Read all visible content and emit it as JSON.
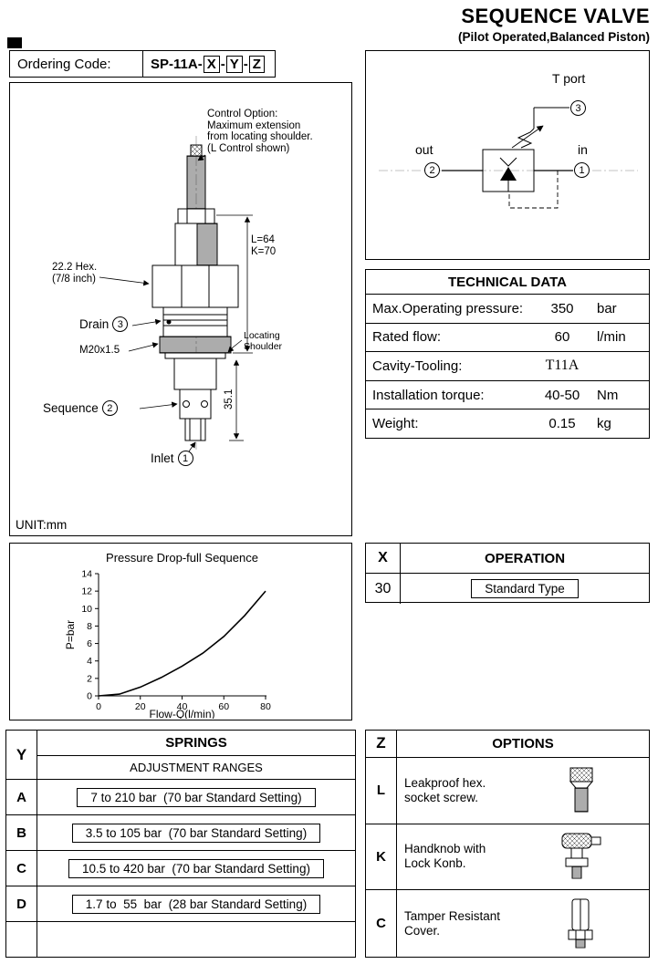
{
  "page": {
    "title": "SEQUENCE VALVE",
    "subtitle": "(Pilot Operated,Balanced Piston)",
    "unit_note": "UNIT:mm"
  },
  "ordering": {
    "label": "Ordering Code:",
    "prefix": "SP-11A-",
    "x": "X",
    "sep": "-",
    "y": "Y",
    "z": "Z"
  },
  "drawing": {
    "control_option": "Control Option:\nMaximum extension\nfrom locating shoulder.\n(L Control shown)",
    "hex_label": "22.2 Hex.\n(7/8 inch)",
    "dim_lk": "L=64\nK=70",
    "drain_label": "Drain",
    "drain_port": "3",
    "thread_label": "M20x1.5",
    "locating_label": "Locating\nShoulder",
    "dim_nose": "35.1",
    "sequence_label": "Sequence",
    "sequence_port": "2",
    "inlet_label": "Inlet",
    "inlet_port": "1"
  },
  "schematic": {
    "t_port": "T port",
    "port_top": "3",
    "out_label": "out",
    "port_out": "2",
    "in_label": "in",
    "port_in": "1"
  },
  "technical_data": {
    "title": "TECHNICAL DATA",
    "rows": [
      {
        "label": "Max.Operating pressure:",
        "value": "350",
        "unit": "bar"
      },
      {
        "label": "Rated flow:",
        "value": "60",
        "unit": "l/min"
      },
      {
        "label": "Cavity-Tooling:",
        "value": "T11A",
        "unit": ""
      },
      {
        "label": "Installation torque:",
        "value": "40-50",
        "unit": "Nm"
      },
      {
        "label": "Weight:",
        "value": "0.15",
        "unit": "kg"
      }
    ]
  },
  "operation": {
    "col": "X",
    "title": "OPERATION",
    "rows": [
      {
        "code": "30",
        "label": "Standard Type"
      }
    ]
  },
  "springs": {
    "col": "Y",
    "title": "SPRINGS",
    "subtitle": "ADJUSTMENT RANGES",
    "rows": [
      {
        "code": "A",
        "text": "7 to 210 bar  (70 bar Standard Setting)"
      },
      {
        "code": "B",
        "text": "3.5 to 105 bar  (70 bar Standard Setting)"
      },
      {
        "code": "C",
        "text": "10.5 to 420 bar  (70 bar Standard Setting)"
      },
      {
        "code": "D",
        "text": "1.7 to  55  bar  (28 bar Standard Setting)"
      }
    ]
  },
  "options": {
    "col": "Z",
    "title": "OPTIONS",
    "rows": [
      {
        "code": "L",
        "label": "Leakproof hex.\nsocket screw.",
        "icon": "hex-socket-screw"
      },
      {
        "code": "K",
        "label": "Handknob with\nLock Konb.",
        "icon": "handknob"
      },
      {
        "code": "C",
        "label": "Tamper Resistant\nCover.",
        "icon": "tamper-cover"
      }
    ]
  },
  "chart_data": {
    "type": "line",
    "title": "Pressure Drop-full Sequence",
    "xlabel": "Flow-Q(l/min)",
    "ylabel": "P=bar",
    "xlim": [
      0,
      80
    ],
    "ylim": [
      0,
      14
    ],
    "xticks": [
      0,
      20,
      40,
      60,
      80
    ],
    "yticks": [
      0,
      2,
      4,
      6,
      8,
      10,
      12,
      14
    ],
    "x": [
      0,
      10,
      20,
      30,
      40,
      50,
      60,
      70,
      80
    ],
    "y": [
      0,
      0.2,
      1.0,
      2.1,
      3.4,
      4.9,
      6.8,
      9.2,
      12.0
    ],
    "grid": false
  }
}
